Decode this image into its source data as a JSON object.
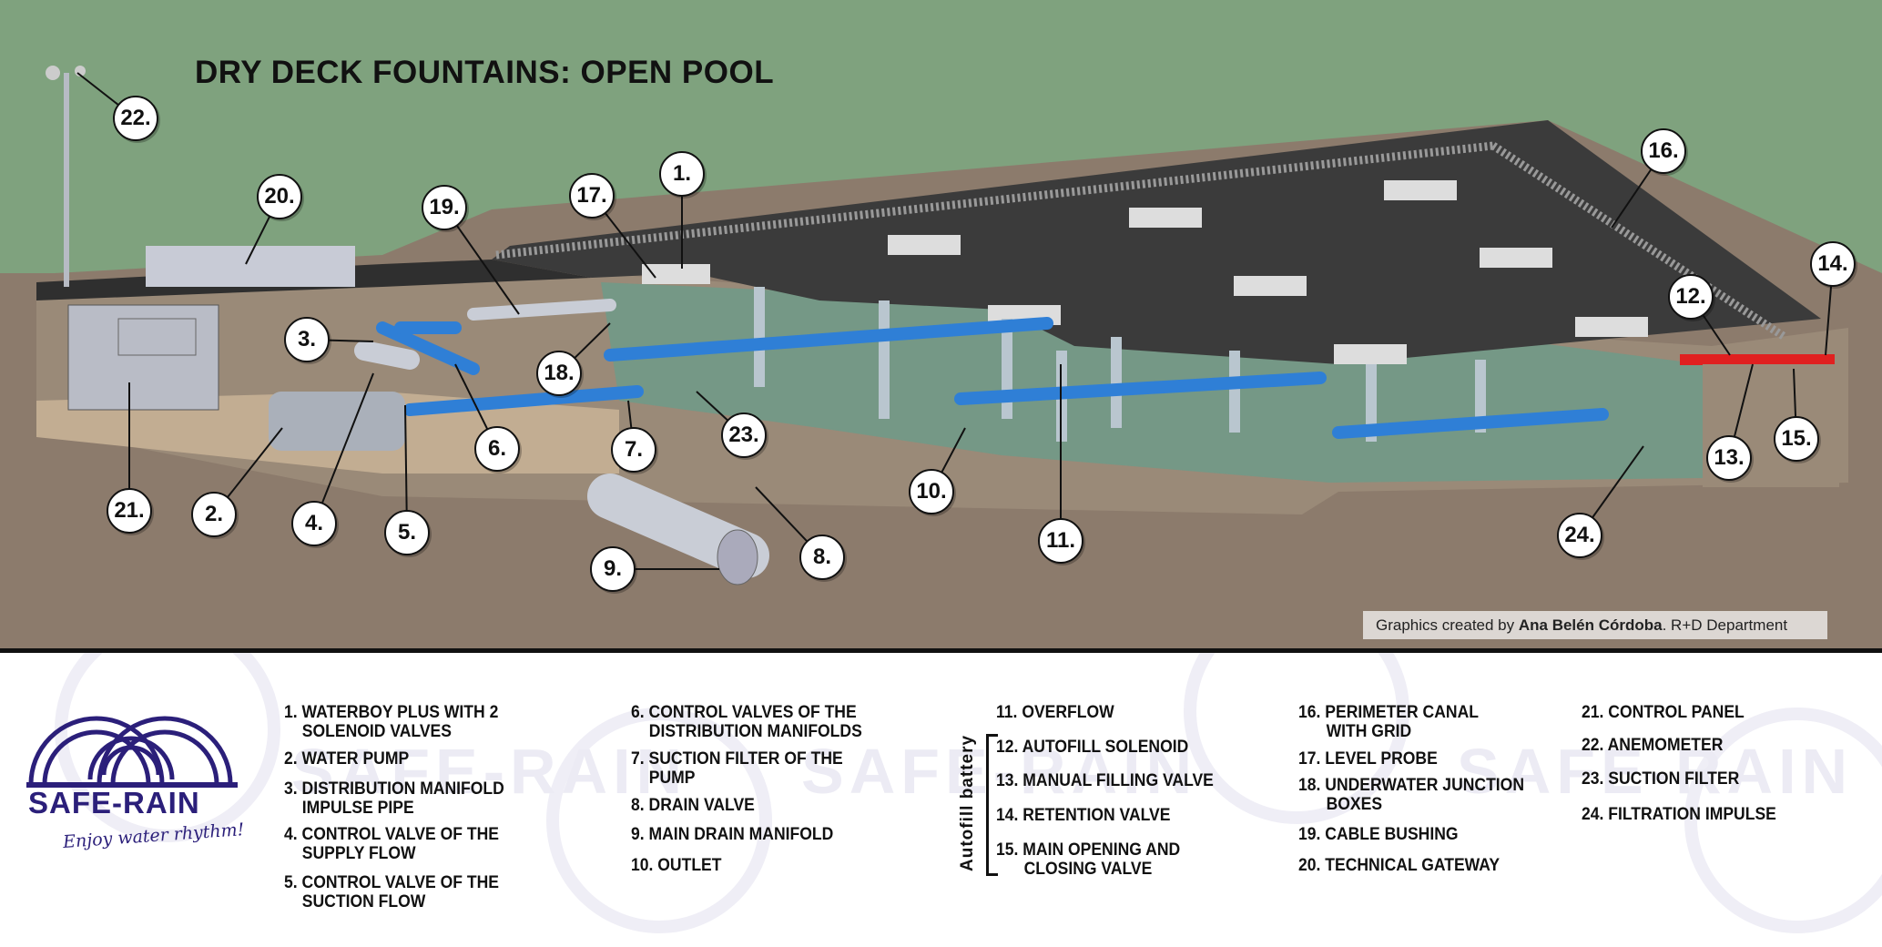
{
  "title": "DRY DECK FOUNTAINS: OPEN POOL",
  "callouts": [
    "1.",
    "2.",
    "3.",
    "4.",
    "5.",
    "6.",
    "7.",
    "8.",
    "9.",
    "10.",
    "11.",
    "12.",
    "13.",
    "14.",
    "15.",
    "16.",
    "17.",
    "18.",
    "19.",
    "20.",
    "21.",
    "22.",
    "23.",
    "24."
  ],
  "credit": {
    "prefix": "Graphics created  by ",
    "author": "Ana Belén Córdoba",
    "suffix": ". R+D Department"
  },
  "logo": {
    "name": "SAFE-RAIN",
    "tagline": "Enjoy water rhythm!"
  },
  "watermark": "SAFE-RAIN",
  "autofill_label": "Autofill battery",
  "legend": [
    {
      "n": "1.",
      "text": "WATERBOY PLUS WITH 2",
      "cont": "SOLENOID VALVES"
    },
    {
      "n": "2.",
      "text": "WATER PUMP"
    },
    {
      "n": "3.",
      "text": "DISTRIBUTION MANIFOLD",
      "cont": "IMPULSE PIPE"
    },
    {
      "n": "4.",
      "text": "CONTROL VALVE OF THE",
      "cont": "SUPPLY FLOW"
    },
    {
      "n": "5.",
      "text": "CONTROL VALVE OF THE",
      "cont": "SUCTION FLOW"
    },
    {
      "n": "6.",
      "text": "CONTROL VALVES OF THE",
      "cont": "DISTRIBUTION MANIFOLDS"
    },
    {
      "n": "7.",
      "text": "SUCTION FILTER OF THE",
      "cont": "PUMP"
    },
    {
      "n": "8.",
      "text": "DRAIN VALVE"
    },
    {
      "n": "9.",
      "text": "MAIN DRAIN MANIFOLD"
    },
    {
      "n": "10.",
      "text": "OUTLET"
    },
    {
      "n": "11.",
      "text": "OVERFLOW"
    },
    {
      "n": "12.",
      "text": "AUTOFILL SOLENOID"
    },
    {
      "n": "13.",
      "text": "MANUAL FILLING VALVE"
    },
    {
      "n": "14.",
      "text": "RETENTION VALVE"
    },
    {
      "n": "15.",
      "text": "MAIN OPENING AND",
      "cont": "CLOSING VALVE"
    },
    {
      "n": "16.",
      "text": "PERIMETER CANAL",
      "cont": "WITH GRID"
    },
    {
      "n": "17.",
      "text": "LEVEL PROBE"
    },
    {
      "n": "18.",
      "text": "UNDERWATER JUNCTION",
      "cont": "BOXES"
    },
    {
      "n": "19.",
      "text": "CABLE BUSHING"
    },
    {
      "n": "20.",
      "text": "TECHNICAL GATEWAY"
    },
    {
      "n": "21.",
      "text": "CONTROL PANEL"
    },
    {
      "n": "22.",
      "text": "ANEMOMETER"
    },
    {
      "n": "23.",
      "text": "SUCTION FILTER"
    },
    {
      "n": "24.",
      "text": "FILTRATION IMPULSE"
    }
  ],
  "colors": {
    "sky": "#7fa27e",
    "ground": "#8c7b6c",
    "deck": "#3b3b3b",
    "pipe": "#2f7fd6",
    "logo": "#2b1f7a"
  }
}
